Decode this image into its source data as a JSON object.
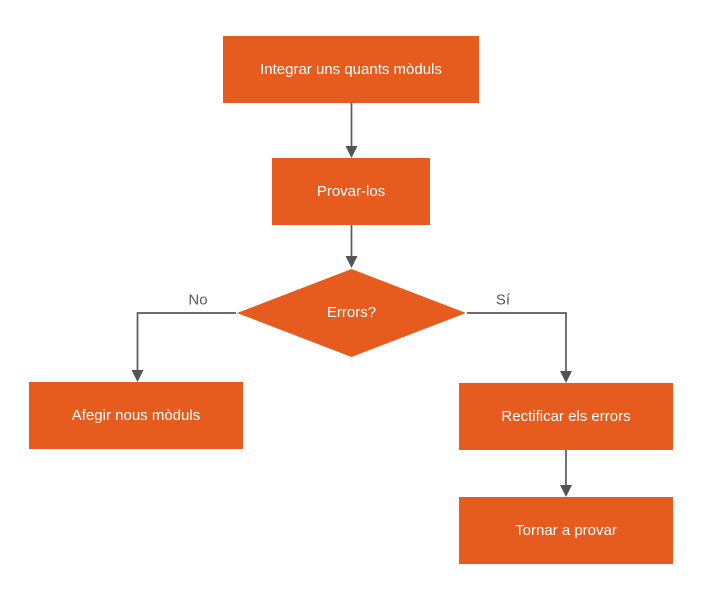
{
  "diagram": {
    "type": "flowchart",
    "language": "ca",
    "nodes": {
      "integrate": {
        "label": "Integrar uns quants mòduls",
        "shape": "rectangle"
      },
      "test": {
        "label": "Provar-los",
        "shape": "rectangle"
      },
      "decision": {
        "label": "Errors?",
        "shape": "diamond"
      },
      "add_modules": {
        "label": "Afegir nous mòduls",
        "shape": "rectangle"
      },
      "fix_errors": {
        "label": "Rectificar els errors",
        "shape": "rectangle"
      },
      "retest": {
        "label": "Tornar a provar",
        "shape": "rectangle"
      }
    },
    "edges": [
      {
        "from": "integrate",
        "to": "test",
        "label": ""
      },
      {
        "from": "test",
        "to": "decision",
        "label": ""
      },
      {
        "from": "decision",
        "to": "add_modules",
        "label": "No"
      },
      {
        "from": "decision",
        "to": "fix_errors",
        "label": "Sí"
      },
      {
        "from": "fix_errors",
        "to": "retest",
        "label": ""
      }
    ],
    "edge_labels": {
      "no": "No",
      "yes": "Sí"
    },
    "colors": {
      "node_fill": "#E65C1E",
      "node_text": "#FFFFFF",
      "connector": "#595959",
      "edge_label_text": "#595959",
      "background": "#FFFFFF"
    }
  }
}
